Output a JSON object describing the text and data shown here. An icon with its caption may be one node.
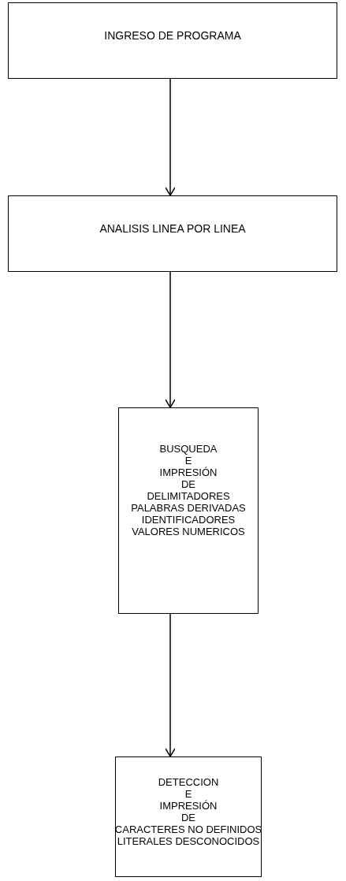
{
  "diagram": {
    "nodes": [
      {
        "text": [
          "INGRESO DE PROGRAMA"
        ]
      },
      {
        "text": [
          "ANALISIS LINEA POR LINEA"
        ]
      },
      {
        "text": [
          "BUSQUEDA",
          "E",
          "IMPRESIÓN",
          "DE",
          "DELIMITADORES",
          "PALABRAS DERIVADAS",
          "IDENTIFICADORES",
          "VALORES NUMERICOS"
        ]
      },
      {
        "text": [
          "DETECCION",
          "E",
          "IMPRESIÓN",
          "DE",
          "CARACTERES NO DEFINIDOS",
          "LITERALES DESCONOCIDOS"
        ]
      }
    ],
    "edges": [
      {
        "from": 0,
        "to": 1,
        "arrow": "to"
      },
      {
        "from": 1,
        "to": 2,
        "arrow": "to"
      },
      {
        "from": 2,
        "to": 3,
        "arrow": "to"
      }
    ]
  }
}
